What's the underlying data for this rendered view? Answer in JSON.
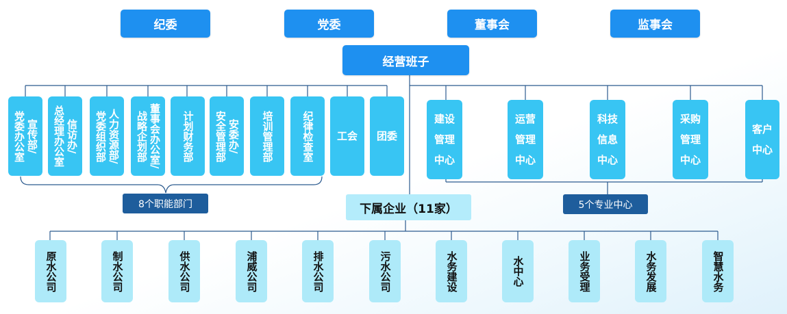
{
  "top_row": [
    "纪委",
    "党委",
    "董事会",
    "监事会"
  ],
  "management": "经营班子",
  "functional_departments": [
    {
      "columns": [
        "宣传部/",
        "党委办公室"
      ]
    },
    {
      "columns": [
        "信访办/",
        "总经理办公室"
      ]
    },
    {
      "columns": [
        "人力资源部/",
        "党委组织部"
      ]
    },
    {
      "columns": [
        "董事会办公室/",
        "战略企划部"
      ]
    },
    {
      "columns": [
        "计划财务部"
      ]
    },
    {
      "columns": [
        "安委办/",
        "安全管理部"
      ]
    },
    {
      "columns": [
        "培训管理部"
      ]
    },
    {
      "columns": [
        "纪律检查室"
      ]
    },
    {
      "columns": [
        "工会"
      ]
    },
    {
      "columns": [
        "团委"
      ]
    }
  ],
  "functional_label": "8个职能部门",
  "centers": [
    {
      "lines": [
        "建设",
        "管理",
        "中心"
      ]
    },
    {
      "lines": [
        "运营",
        "管理",
        "中心"
      ]
    },
    {
      "lines": [
        "科技",
        "信息",
        "中心"
      ]
    },
    {
      "lines": [
        "采购",
        "管理",
        "中心"
      ]
    },
    {
      "lines": [
        "客户",
        "中心"
      ]
    }
  ],
  "centers_label": "5个专业中心",
  "subsidiaries_title": "下属企业（11家）",
  "subsidiaries": [
    "原水公司",
    "制水公司",
    "供水公司",
    "浦威公司",
    "排水公司",
    "污水公司",
    "水务建设",
    "水中心",
    "业务受理",
    "水务发展",
    "智慧水务"
  ],
  "colors": {
    "primary_blue": "#1e90f0",
    "light_blue": "#38c5f3",
    "pale_blue": "#aeeaf9",
    "label_navy": "#1e5d9c",
    "line_navy": "#2b5a8e"
  }
}
